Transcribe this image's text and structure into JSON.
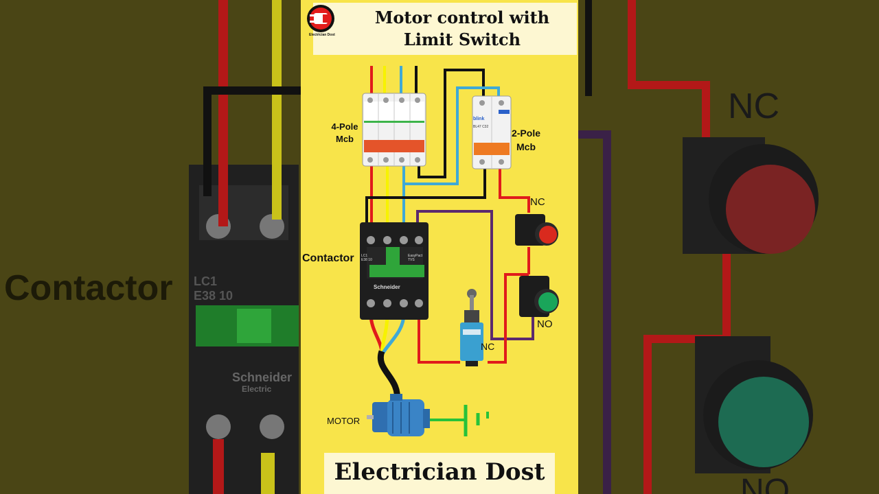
{
  "title": "Motor control with Limit Switch",
  "brand": "Electrician Dost",
  "logo_caption": "Electrician Dost",
  "labels": {
    "mcb4": "4-Pole\nMcb",
    "mcb2": "2-Pole\nMcb",
    "contactor": "Contactor",
    "nc_button": "NC",
    "no_button": "NO",
    "limit_nc": "NC",
    "motor": "MOTOR"
  },
  "device_text": {
    "mcb2_brand": "blink",
    "mcb2_model": "BL47 C32",
    "contactor_model": "LC1\nE38 10",
    "contactor_series": "EasyPact\nTVS",
    "contactor_brand": "Schneider"
  },
  "background": {
    "left_label": "Contactor",
    "left_model": "LC1\nE38 10",
    "left_brand": "Schneider",
    "left_brand_sub": "Electric",
    "right_nc": "NC",
    "right_no": "NO"
  },
  "colors": {
    "panel": "#f8e44a",
    "wire_red": "#e01b1b",
    "wire_yellow": "#f7f200",
    "wire_blue": "#3fa9d6",
    "wire_black": "#111111",
    "wire_purple": "#5b2a6e",
    "earth_green": "#27c23a"
  }
}
